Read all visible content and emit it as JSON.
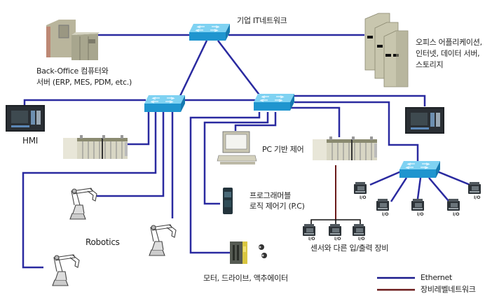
{
  "diagram": {
    "labels": {
      "enterprise_network": "기업 IT네트워크",
      "back_office_line1": "Back-Office 컴퓨터와",
      "back_office_line2": "서버 (ERP, MES, PDM, etc.)",
      "office_line1": "오피스 어플리케이션,",
      "office_line2": "인터넷, 데이터 서버,",
      "office_line3": "스토리지",
      "hmi": "HMI",
      "pc_control": "PC 기반 제어",
      "plc_line1": "프로그래머블",
      "plc_line2": "로직 제어기 (P.C)",
      "robotics": "Robotics",
      "motors": "모터, 드라이브, 액추에이터",
      "sensors": "센서와 다른 입/출력 장비",
      "io": "I/O"
    },
    "legend": [
      {
        "label": "Ethernet",
        "color": "#1a1a8c"
      },
      {
        "label": "장비레벨네트워크",
        "color": "#6b1a1a"
      }
    ],
    "colors": {
      "ethernet": "#2a2aa0",
      "device_network": "#6b1a1a",
      "switch": "#2aa0d8"
    }
  }
}
